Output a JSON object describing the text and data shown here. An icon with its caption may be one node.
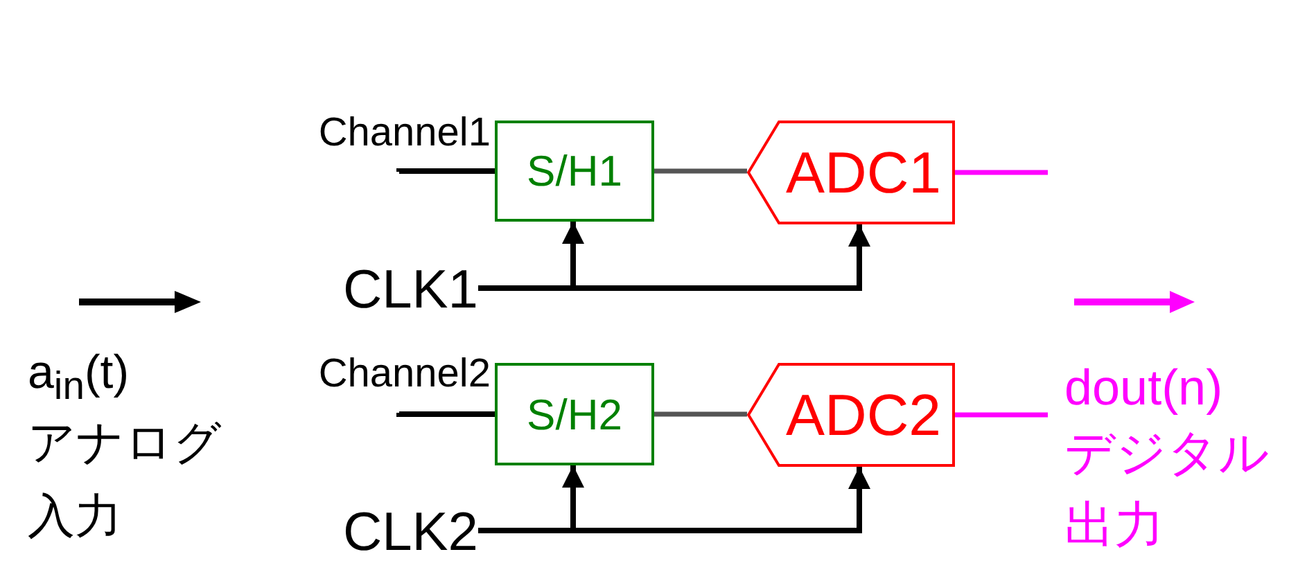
{
  "diagram": {
    "nodes": [
      {
        "text": [
          "Channel1"
        ]
      },
      {
        "text": [
          "S/H1"
        ]
      },
      {
        "text": [
          "ADC1"
        ]
      },
      {
        "text": [
          "CLK1"
        ]
      },
      {
        "text": [
          "Channel2"
        ]
      },
      {
        "text": [
          "S/H2"
        ]
      },
      {
        "text": [
          "ADC2"
        ]
      },
      {
        "text": [
          "CLK2"
        ]
      }
    ],
    "edges": [
      {
        "from": 0,
        "to": 1,
        "arrow": "none"
      },
      {
        "from": 1,
        "to": 2,
        "arrow": "none",
        "color": "#555555"
      },
      {
        "from": 3,
        "to": 1,
        "arrow": "to"
      },
      {
        "from": 3,
        "to": 2,
        "arrow": "to"
      },
      {
        "from": 2,
        "to": null,
        "arrow": "none",
        "color": "#ff00ff"
      },
      {
        "from": 4,
        "to": 5,
        "arrow": "none"
      },
      {
        "from": 5,
        "to": 6,
        "arrow": "none",
        "color": "#555555"
      },
      {
        "from": 7,
        "to": 5,
        "arrow": "to"
      },
      {
        "from": 7,
        "to": 6,
        "arrow": "to"
      },
      {
        "from": 6,
        "to": null,
        "arrow": "none",
        "color": "#ff00ff"
      }
    ],
    "labels": [
      "a$_{in}$(t)",
      "アナログ",
      "入力",
      "dout(n)",
      "デジタル",
      "出力"
    ]
  }
}
